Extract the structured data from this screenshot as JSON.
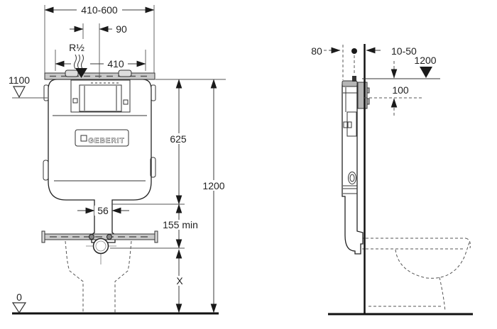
{
  "brand_plate": "GEBERIT",
  "front_view": {
    "dimensions": {
      "width_range": "410-600",
      "supply_offset": "90",
      "supply_thread": "R½",
      "body_width": "410",
      "level_marker_top": "1100",
      "upper_height": "625",
      "total_height": "1200",
      "flush_pipe_width": "56",
      "min_clearance": "155 min",
      "variable_height": "X",
      "level_marker_floor": "0"
    }
  },
  "side_view": {
    "dimensions": {
      "depth": "80",
      "wall_finish_range": "10-50",
      "level_marker_top": "1200",
      "plate_offset": "100"
    }
  }
}
